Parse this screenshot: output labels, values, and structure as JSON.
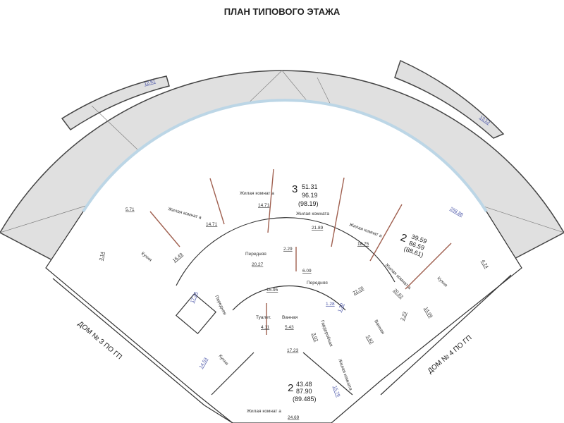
{
  "header": {
    "title": "ПЛАН ТИПОВОГО ЭТАЖА"
  },
  "houses": {
    "left": "ДОМ № 3 ПО ГП",
    "right": "ДОМ № 4 ПО ГП"
  },
  "terrace": {
    "area_main": "268.88",
    "balcony_left": "12.81",
    "balcony_right": "13.12"
  },
  "apartments": [
    {
      "rooms": "3",
      "living": "51.31",
      "total": "96.19",
      "total_with_balcony": "(98.19)"
    },
    {
      "rooms": "2",
      "living": "39.59",
      "total": "86.59",
      "total_with_balcony": "(88.61)"
    },
    {
      "rooms": "2",
      "living": "43.48",
      "total": "87.90",
      "total_with_balcony": "(89.485)"
    }
  ],
  "rooms": [
    {
      "name": "Жилая комнат а",
      "area": "14.71"
    },
    {
      "name": "Жилая комнат а",
      "area": "14.71"
    },
    {
      "name": "Жилая комната",
      "area": "21.89"
    },
    {
      "name": "Жилая комнат а",
      "area": "18.75"
    },
    {
      "name": "Жилая комнат а",
      "area": "20.62"
    },
    {
      "name": "Кухня",
      "area": "16.49"
    },
    {
      "name": "Кухня",
      "area": "14.09"
    },
    {
      "name": "Передняя",
      "area": "20.27"
    },
    {
      "name": "Передняя",
      "area": "22.28"
    },
    {
      "name": "Передняя",
      "area": "17.34"
    },
    {
      "name": "Передняя",
      "area": "15.95"
    },
    {
      "name": "Туалет.",
      "area": "4.11"
    },
    {
      "name": "Ванная",
      "area": "5.43"
    },
    {
      "name": "Гардеробная",
      "area": "3.02"
    },
    {
      "name": "Ванная",
      "area": "5.83"
    },
    {
      "name": "Кухня",
      "area": "14.53"
    },
    {
      "name": "Жилая комнат а",
      "area": "24.69"
    },
    {
      "name": "Жилая комната",
      "area": "15.79"
    }
  ],
  "small_areas": [
    "5.71",
    "4.24",
    "3.14",
    "2.29",
    "6.09",
    "1.28",
    "1.30",
    "2.23",
    "17.23"
  ]
}
